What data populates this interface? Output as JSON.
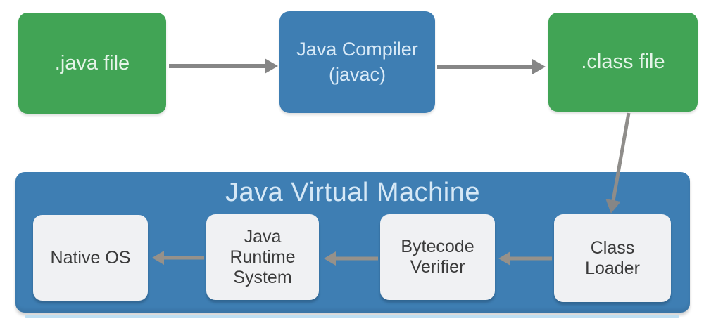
{
  "diagram": {
    "nodes": {
      "java_file": {
        "label": ".java file"
      },
      "compiler": {
        "line1": "Java Compiler",
        "line2": "(javac)"
      },
      "class_file": {
        "label": ".class file"
      },
      "jvm": {
        "title": "Java Virtual Machine"
      },
      "native_os": {
        "line1": "Native OS"
      },
      "runtime": {
        "line1": "Java",
        "line2": "Runtime",
        "line3": "System"
      },
      "verifier": {
        "line1": "Bytecode",
        "line2": "Verifier"
      },
      "loader": {
        "line1": "Class",
        "line2": "Loader"
      }
    },
    "edges": [
      {
        "from": ".java file",
        "to": "Java Compiler (javac)"
      },
      {
        "from": "Java Compiler (javac)",
        "to": ".class file"
      },
      {
        "from": ".class file",
        "to": "Class Loader"
      },
      {
        "from": "Class Loader",
        "to": "Bytecode Verifier"
      },
      {
        "from": "Bytecode Verifier",
        "to": "Java Runtime System"
      },
      {
        "from": "Java Runtime System",
        "to": "Native OS"
      }
    ],
    "colors": {
      "green_box": "#41a455",
      "blue_box": "#3e7eb3",
      "inner_box": "#f0f1f3",
      "arrow_gray": "#868686",
      "arrow_taupe": "#96918a",
      "dark_text": "#3b3b3b",
      "green_box_text": "#e4f4e8",
      "blue_box_text": "#d9eaf7",
      "jvm_title_text": "#d6e8f6",
      "background": "#ffffff"
    }
  }
}
